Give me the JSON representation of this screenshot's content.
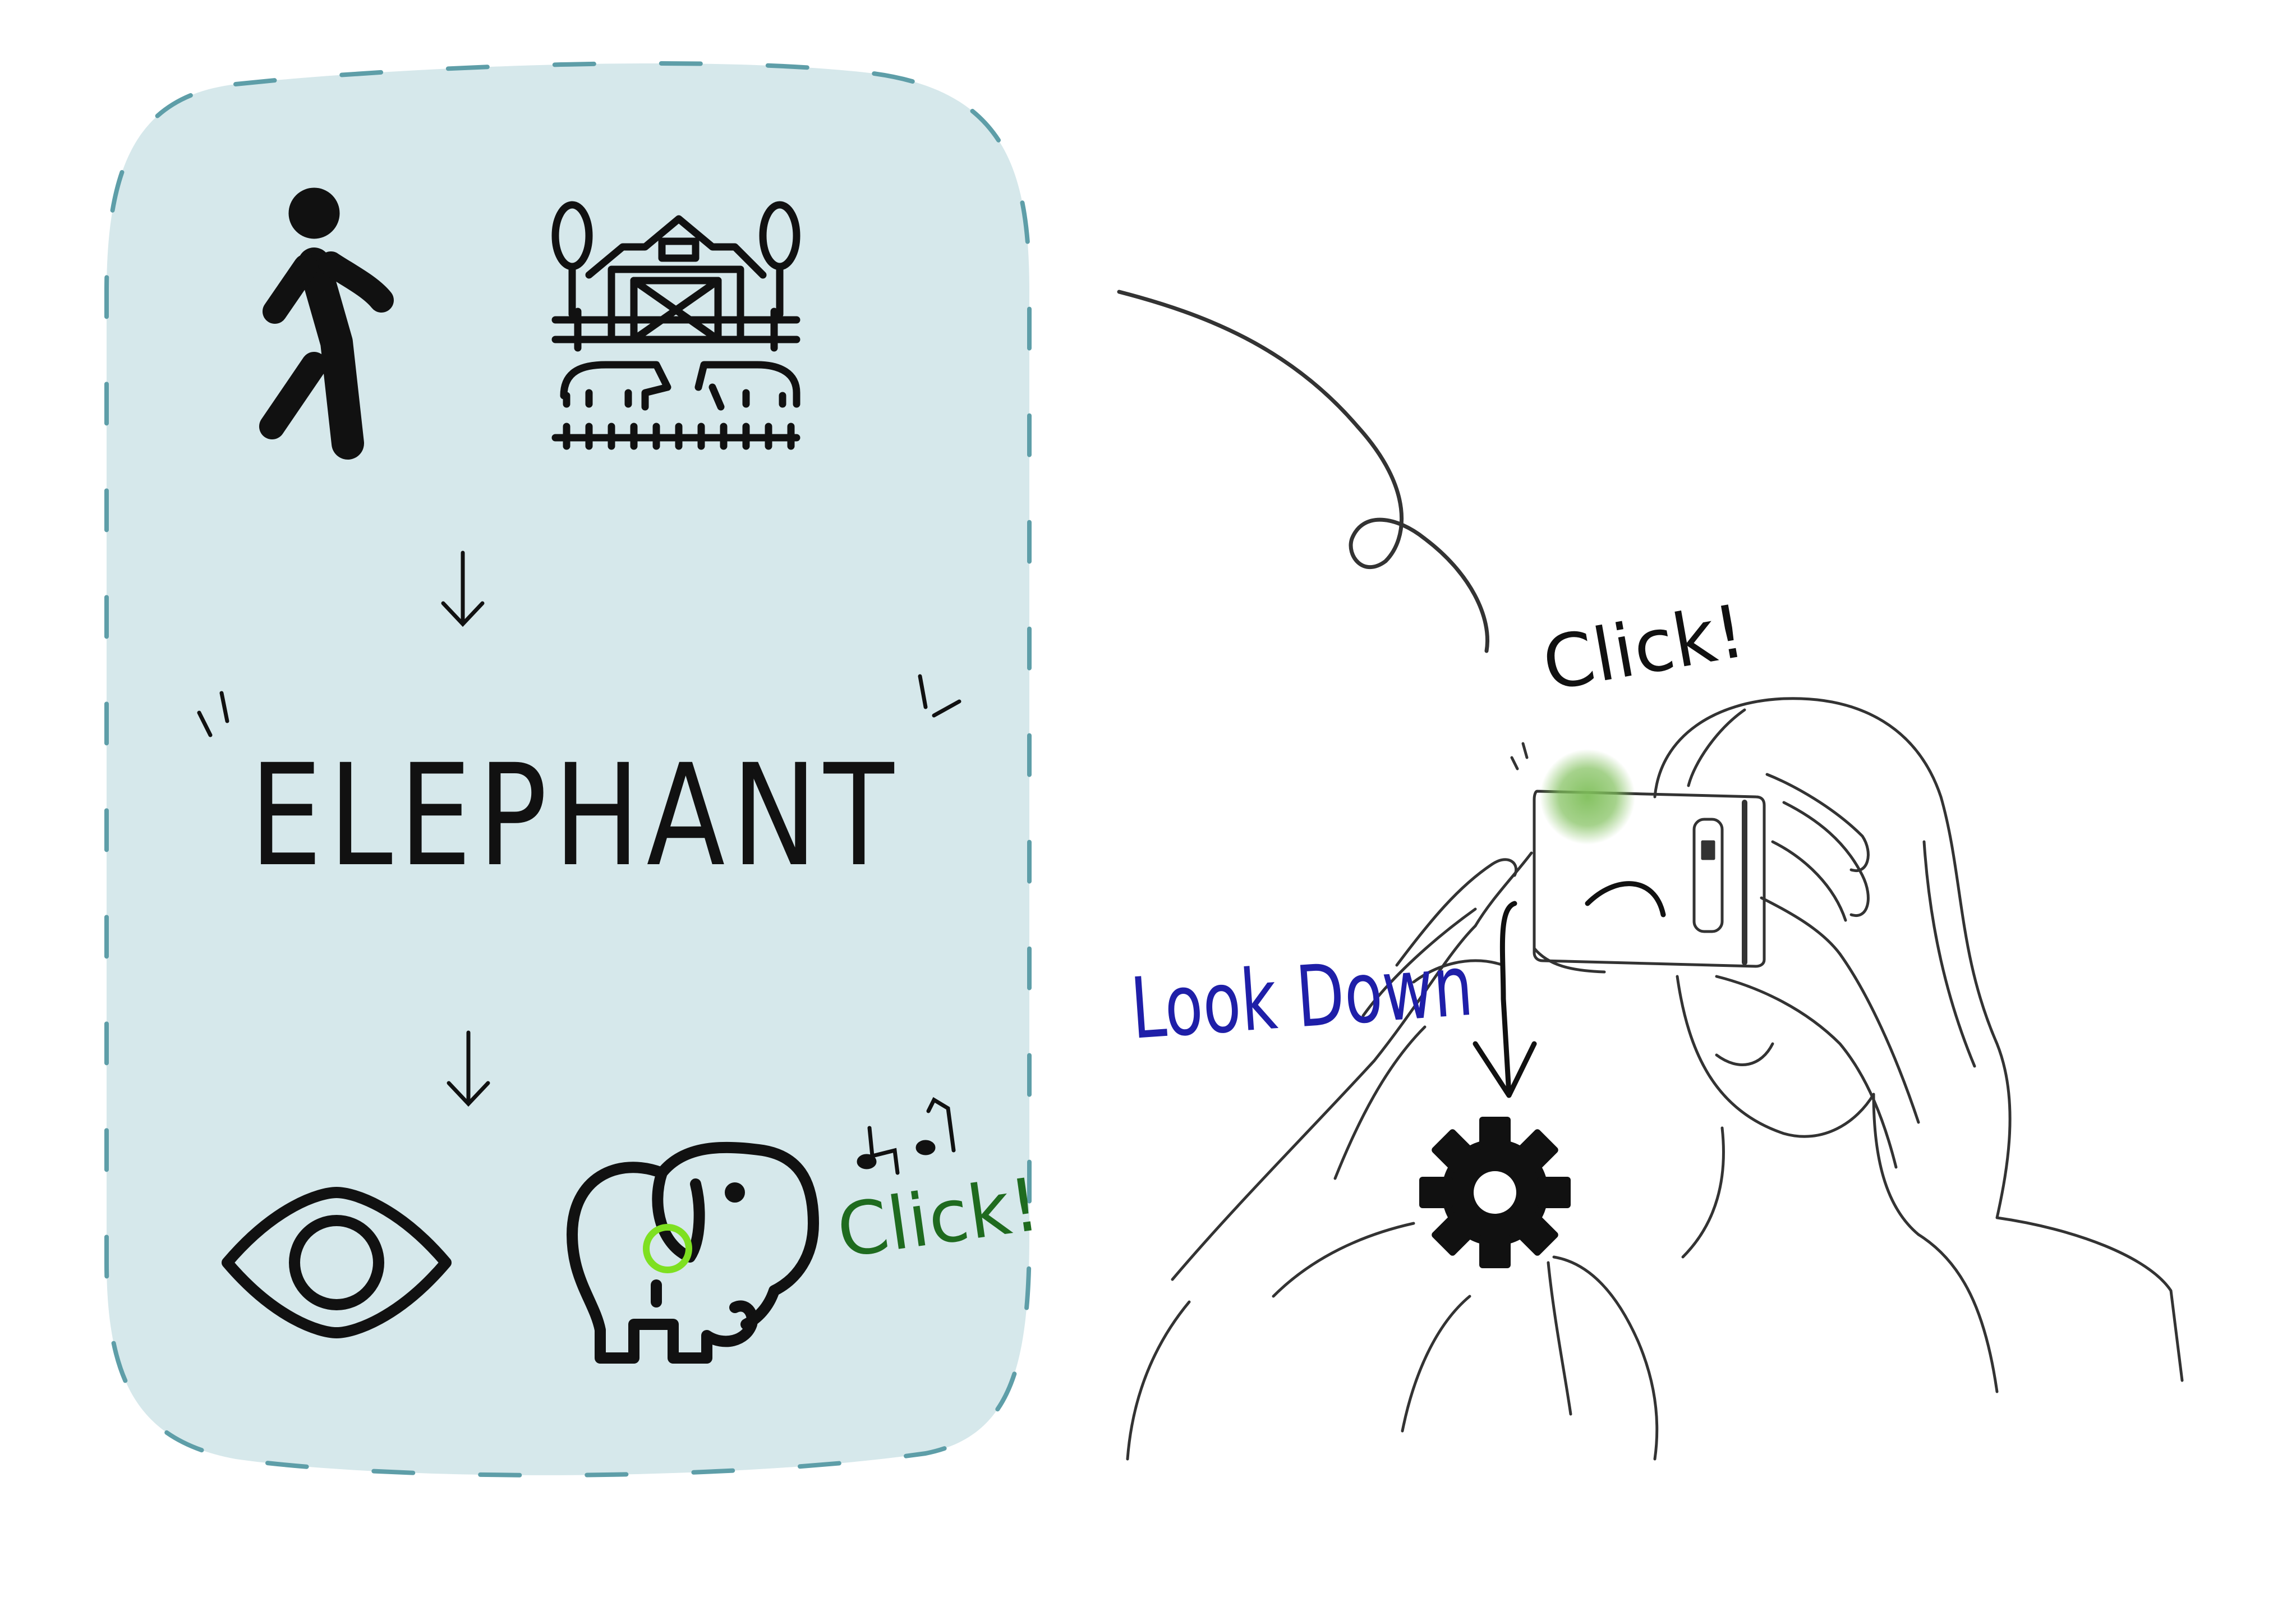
{
  "panel": {
    "word": "ELEPHANT",
    "click_label": "Click!"
  },
  "scene": {
    "click_label": "Click!",
    "look_down_label": "Look Down"
  },
  "colors": {
    "panel_fill": "#d6e8eb",
    "panel_dash": "#5e9ea8",
    "ink": "#111111",
    "sketch": "#333333",
    "green_glow": "#7fbf5a",
    "green_ring": "#7ee021",
    "green_text": "#1f6b1f",
    "blue_text": "#1f1fa8"
  },
  "icons": {
    "walker": "walking-person-icon",
    "farm": "farm-barn-icon",
    "eye": "eye-icon",
    "elephant": "elephant-icon",
    "gear": "gear-icon",
    "notes": "music-notes-icon"
  }
}
